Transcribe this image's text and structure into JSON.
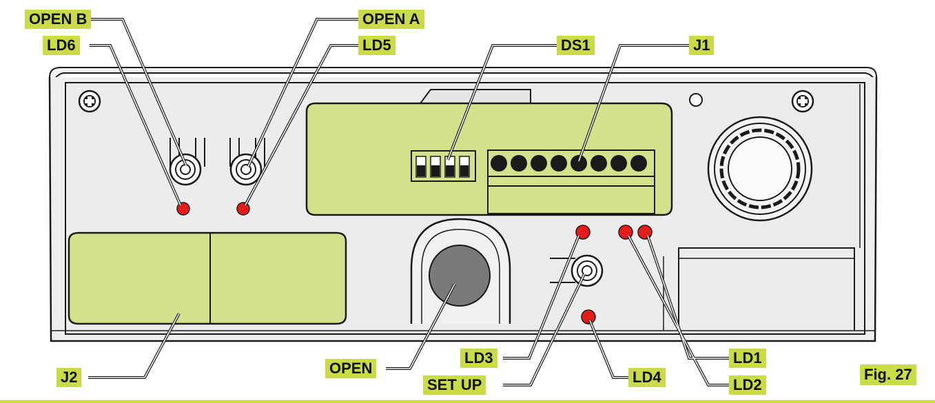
{
  "labels": {
    "open_b": "OPEN B",
    "ld6": "LD6",
    "open_a": "OPEN A",
    "ld5": "LD5",
    "ds1": "DS1",
    "j1": "J1",
    "j2": "J2",
    "open": "OPEN",
    "ld3": "LD3",
    "set_up": "SET UP",
    "ld4": "LD4",
    "ld1": "LD1",
    "ld2": "LD2"
  },
  "figure_caption": "Fig. 27",
  "colors": {
    "label_bg": "#cbdb48",
    "terminal_fill": "#d4e08a",
    "led": "#e41c1c",
    "panel": "#eeeeee",
    "outline": "#1a1a1a",
    "open_button": "#7a7a7a"
  },
  "dip_switch_positions": 4,
  "terminal_count": 8
}
